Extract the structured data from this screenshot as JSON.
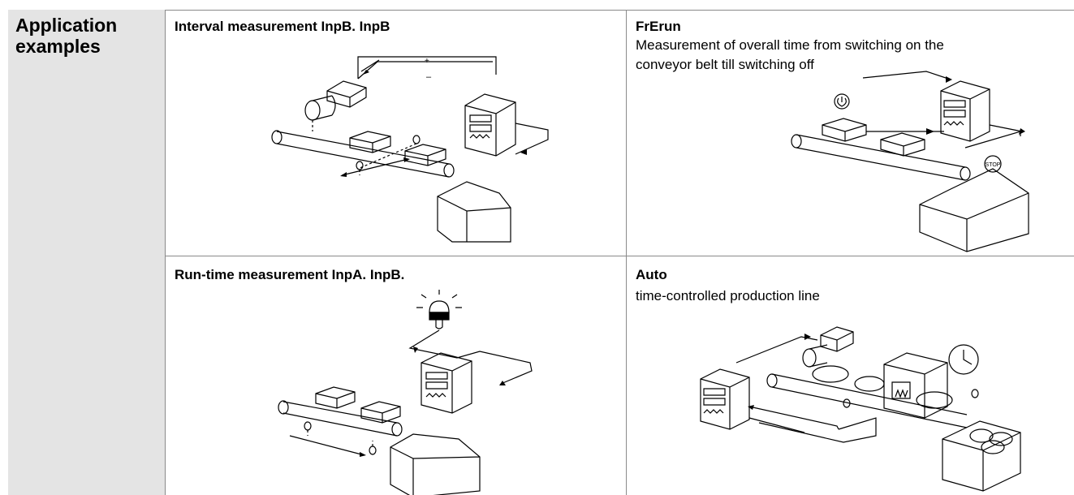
{
  "sidebar": {
    "title": "Application examples"
  },
  "cells": [
    {
      "title": "Interval measurement InpB. InpB",
      "description": "",
      "icon": "conveyor-interval-illustration"
    },
    {
      "title": "FrErun",
      "description": "Measurement of overall time from switching on the conveyor belt till switching off",
      "description_lines": [
        "Measurement of overall time from switching on the",
        "conveyor belt till switching off"
      ],
      "icon": "conveyor-freerun-illustration"
    },
    {
      "title": "Run-time measurement  InpA. InpB.",
      "description": "",
      "icon": "conveyor-runtime-illustration"
    },
    {
      "title": "Auto",
      "description": "time-controlled production line",
      "icon": "production-line-illustration"
    }
  ],
  "signs": {
    "plus": "+",
    "minus": "–",
    "stop": "STOP"
  },
  "colors": {
    "sidebar_bg": "#e4e4e4",
    "border": "#8a8a8a",
    "line_art": "#000000"
  }
}
